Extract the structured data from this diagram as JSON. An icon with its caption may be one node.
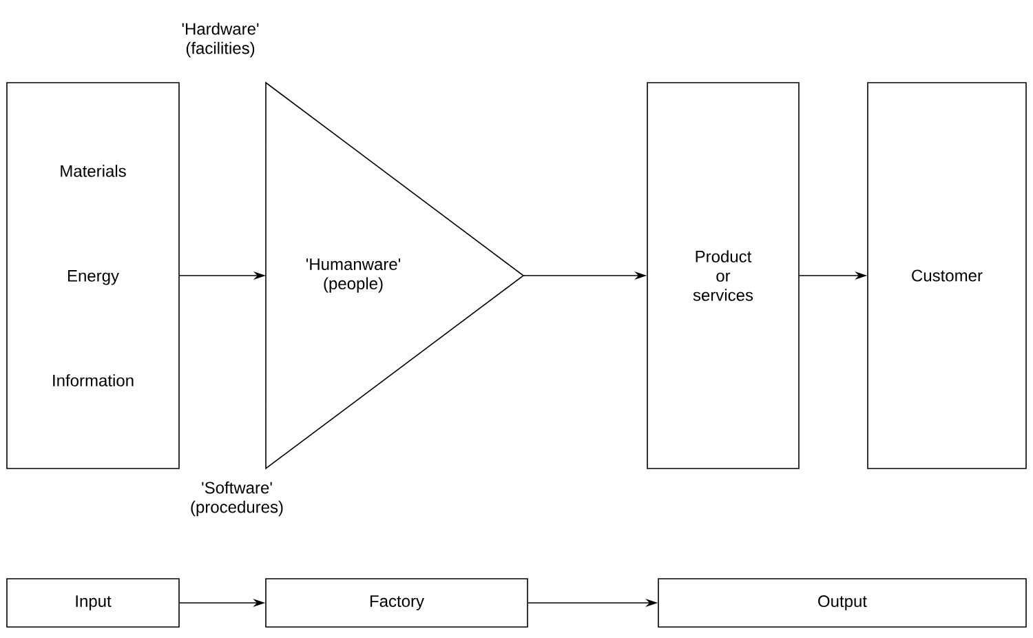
{
  "diagram": {
    "nodes": [
      {
        "text": [
          "Materials",
          "Energy",
          "Information"
        ]
      },
      {
        "text": [
          "'Humanware' (people)"
        ],
        "beside": [
          "'Hardware' (facilities)",
          "'Software' (procedures)"
        ]
      },
      {
        "text": [
          "Product or services"
        ]
      },
      {
        "text": [
          "Customer"
        ]
      },
      {
        "text": [
          "Input"
        ]
      },
      {
        "text": [
          "Factory"
        ]
      },
      {
        "text": [
          "Output"
        ]
      }
    ],
    "edges": [
      {
        "from": 0,
        "to": 1,
        "arrow": "to"
      },
      {
        "from": 1,
        "to": 2,
        "arrow": "to"
      },
      {
        "from": 2,
        "to": 3,
        "arrow": "to"
      },
      {
        "from": 4,
        "to": 5,
        "arrow": "to"
      },
      {
        "from": 5,
        "to": 6,
        "arrow": "to"
      }
    ]
  }
}
